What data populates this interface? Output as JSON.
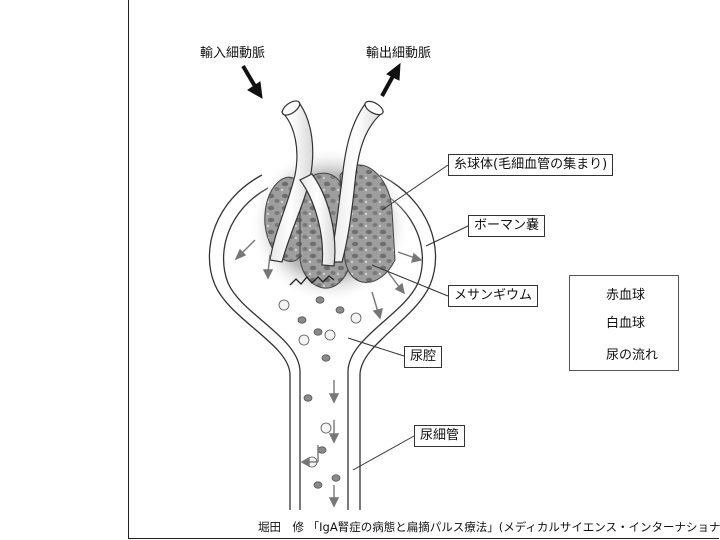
{
  "labels": {
    "afferent": "輸入細動脈",
    "efferent": "輸出細動脈",
    "glomerulus": "糸球体(毛細血管の集まり)",
    "bowman": "ボーマン嚢",
    "mesangium": "メサンギウム",
    "urinary_space": "尿腔",
    "tubule": "尿細管"
  },
  "legend": {
    "red_cell": "赤血球",
    "white_cell": "白血球",
    "urine_flow": "尿の流れ"
  },
  "caption": "堀田　修 「IgA腎症の病態と扁摘パルス療法」(メディカルサイエンス・インターナショナル)",
  "colors": {
    "red_cell": "#8a8a8a",
    "white_cell": "#f4f4f4",
    "glomerulus_fill": "#a0a0a0",
    "arrow": "#777777"
  }
}
